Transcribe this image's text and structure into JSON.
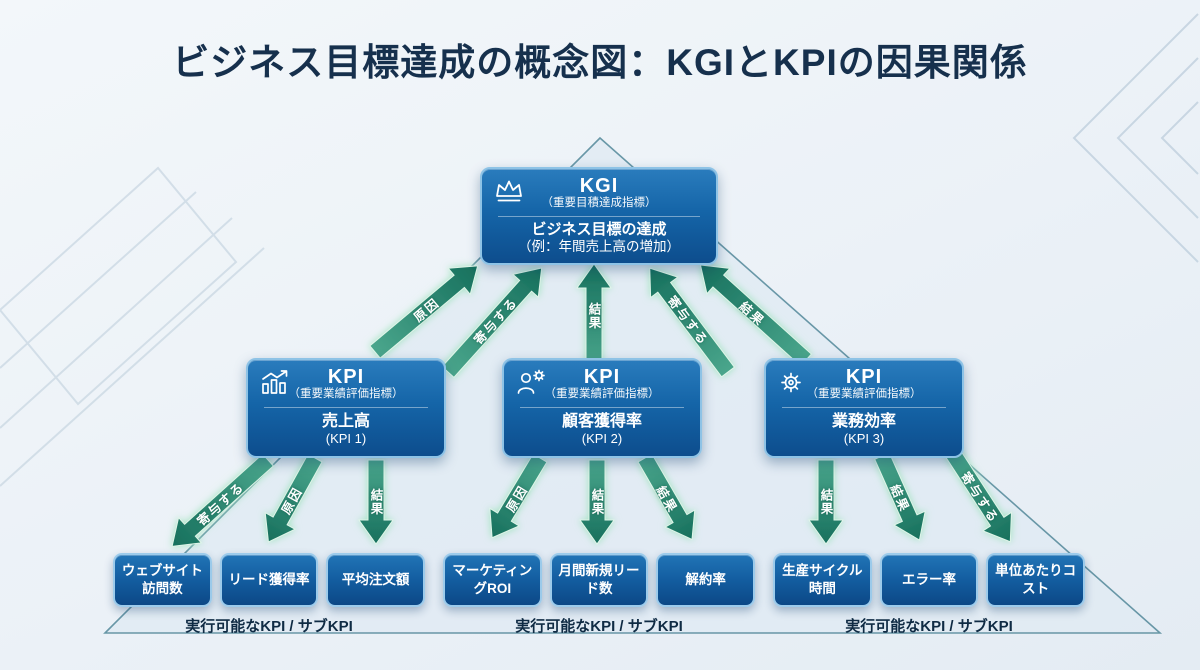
{
  "title": "ビジネス目標達成の概念図：KGIとKPIの因果関係",
  "kgi": {
    "icon": "crown-icon",
    "title": "KGI",
    "subtitle": "（重要目積達成指標）",
    "line1": "ビジネス目標の達成",
    "line2": "（例：年間売上高の増加）"
  },
  "kpis": [
    {
      "icon": "bar-chart-icon",
      "title": "KPI",
      "subtitle": "（重要業績評価指標）",
      "name": "売上高",
      "number": "(KPI 1)"
    },
    {
      "icon": "user-gear-icon",
      "title": "KPI",
      "subtitle": "（重要業績評価指標）",
      "name": "顧客獲得率",
      "number": "(KPI 2)"
    },
    {
      "icon": "gear-icon",
      "title": "KPI",
      "subtitle": "（重要業績評価指標）",
      "name": "業務効率",
      "number": "(KPI 3)"
    }
  ],
  "sub_groups": [
    {
      "items": [
        "ウェブサイト訪問数",
        "リード獲得率",
        "平均注文額"
      ],
      "caption": "実行可能なKPI / サブKPI"
    },
    {
      "items": [
        "マーケティングROI",
        "月間新規リード数",
        "解約率"
      ],
      "caption": "実行可能なKPI / サブKPI"
    },
    {
      "items": [
        "生産サイクル時間",
        "エラー率",
        "単位あたりコスト"
      ],
      "caption": "実行可能なKPI / サブKPI"
    }
  ],
  "arrows": {
    "up": [
      {
        "label": "原因"
      },
      {
        "label": "寄与する"
      },
      {
        "label": "結果"
      },
      {
        "label": "寄与する"
      },
      {
        "label": "結果"
      }
    ],
    "down": [
      {
        "label": "寄与する"
      },
      {
        "label": "原因"
      },
      {
        "label": "結果"
      },
      {
        "label": "原因"
      },
      {
        "label": "結果"
      },
      {
        "label": "結果"
      },
      {
        "label": "結果"
      },
      {
        "label": "結果"
      },
      {
        "label": "寄与する"
      }
    ]
  },
  "colors": {
    "title_navy": "#16304d",
    "box_blue_top": "#2a7cbd",
    "box_blue_bottom": "#0d4d8d",
    "box_border_light_blue": "#8ec3e6",
    "arrow_teal_light": "#45a188",
    "arrow_teal_dark": "#17705d",
    "arrow_glow_green": "#9fe3bd",
    "triangle_fill": "#dfeaf3",
    "triangle_edge": "#3d7a8c",
    "background": "#ebf1f7",
    "caption_navy": "#0f2b44"
  }
}
